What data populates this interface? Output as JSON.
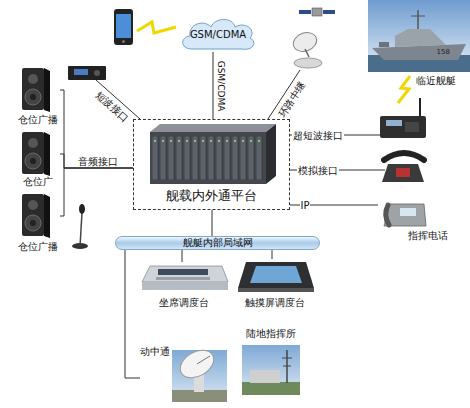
{
  "diagram": {
    "nodes": [
      {
        "text": [
          "GSM/CDMA"
        ]
      },
      {
        "text": [
          "临近舰艇"
        ]
      },
      {
        "text": [
          "舰载内外通平台"
        ]
      },
      {
        "text": [
          "仓位广播"
        ]
      },
      {
        "text": [
          "仓位广"
        ]
      },
      {
        "text": [
          "仓位广播"
        ]
      },
      {
        "text": [
          "指挥电话"
        ]
      },
      {
        "text": [
          "舰艇内部局域网"
        ]
      },
      {
        "text": [
          "坐席调度台"
        ]
      },
      {
        "text": [
          "触摸屏调度台"
        ]
      },
      {
        "text": [
          "动中通"
        ]
      },
      {
        "text": [
          "陆地指挥所"
        ]
      }
    ],
    "edges": [
      {
        "from": 0,
        "to": 2,
        "label": "GSM/CDMA",
        "arrow": "none"
      },
      {
        "from": 3,
        "to": 2,
        "arrow": "none"
      },
      {
        "from": 4,
        "to": 2,
        "label": "音频接口",
        "arrow": "none"
      },
      {
        "from": 5,
        "to": 2,
        "arrow": "none"
      },
      {
        "from": 6,
        "to": 2,
        "label": "IP",
        "arrow": "none"
      },
      {
        "from": 2,
        "to": 7,
        "arrow": "none"
      },
      {
        "from": 7,
        "to": 8,
        "arrow": "none"
      },
      {
        "from": 7,
        "to": 9,
        "arrow": "none"
      },
      {
        "from": 7,
        "to": 10,
        "arrow": "none"
      }
    ],
    "labels": [
      "短波接口",
      "环路中继",
      "超短波接口",
      "模拟接口",
      "158"
    ]
  }
}
